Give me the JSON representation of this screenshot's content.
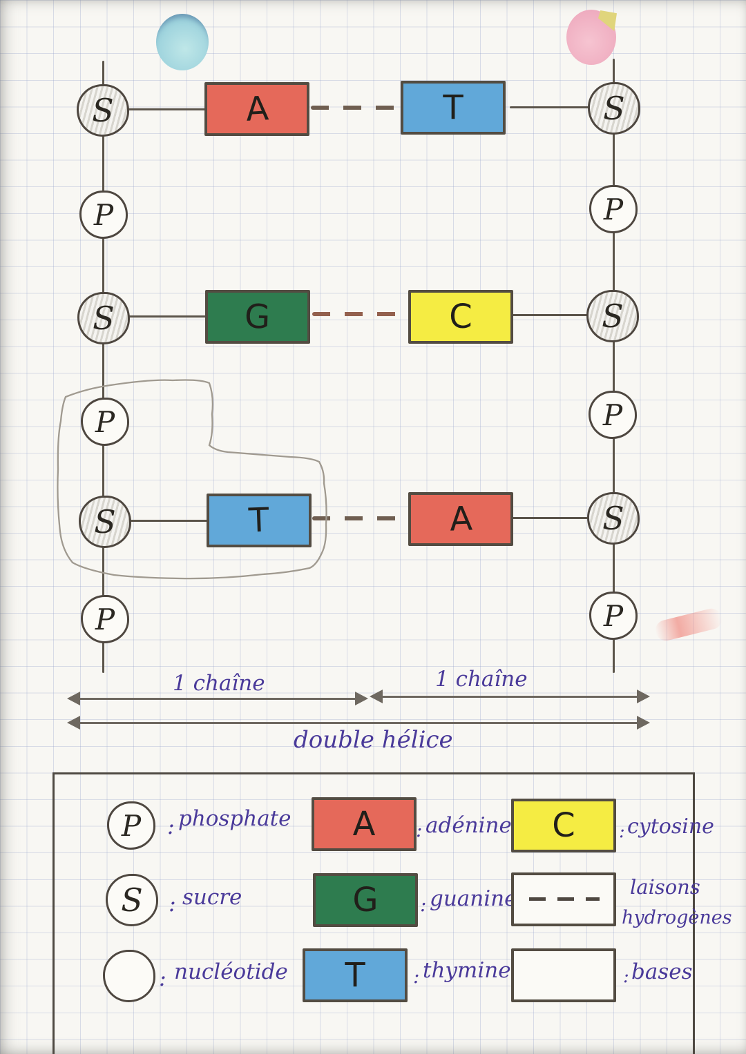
{
  "palette": {
    "adenine_red": "#e5695a",
    "thymine_blue": "#61a8d9",
    "guanine_green": "#2e7c4f",
    "cytosine_yellow": "#f5ec43",
    "ink": "#4e4740",
    "strand": "#5b544a",
    "handwriting_purple": "#4a3a9a",
    "sugar_fill": "#e9e7e0",
    "phosphate_fill": "#fcfbf7"
  },
  "symbols": {
    "sugar": "S",
    "phosphate": "P"
  },
  "base_rows": [
    {
      "left_letter": "A",
      "right_letter": "T"
    },
    {
      "left_letter": "G",
      "right_letter": "C"
    },
    {
      "left_letter": "T",
      "right_letter": "A"
    }
  ],
  "annotations": {
    "chain_left": "1 chaîne",
    "chain_right": "1 chaîne",
    "double_helix": "double hélice"
  },
  "punct": {
    "colon": ":"
  },
  "legend": {
    "symbol_entries": [
      {
        "symbol": "P",
        "label": "phosphate"
      },
      {
        "symbol": "S",
        "label": "sucre"
      },
      {
        "symbol": "",
        "label": "nucléotide"
      }
    ],
    "base_entries": [
      {
        "letter": "A",
        "label": "adénine"
      },
      {
        "letter": "G",
        "label": "guanine"
      },
      {
        "letter": "T",
        "label": "thymine"
      }
    ],
    "right_entries": [
      {
        "letter": "C",
        "label": "cytosine"
      },
      {
        "line1": "laisons",
        "line2": "hydrogènes"
      },
      {
        "label": "bases"
      }
    ]
  }
}
